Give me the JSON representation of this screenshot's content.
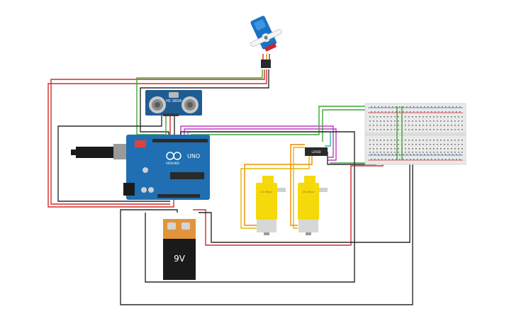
{
  "components": {
    "arduino": {
      "logo": "UNO",
      "brand": "ARDUINO"
    },
    "ultrasonic": {
      "model": "HC-SR04"
    },
    "motor_driver": {
      "chip": "L293D"
    },
    "motor_left": {
      "label": "DC Motor"
    },
    "motor_right": {
      "label": "DC Motor"
    },
    "battery": {
      "voltage": "9V"
    }
  },
  "colors": {
    "wire_red": "#d22b2b",
    "wire_black": "#2a2a2a",
    "wire_green": "#3fa535",
    "wire_orange": "#f08a00",
    "wire_yellow": "#e2b800",
    "wire_magenta": "#c03bc0",
    "wire_teal": "#2bb5a5",
    "arduino_blue": "#1f6fb2",
    "motor_yellow": "#f5d90a",
    "battery_orange": "#e0953a"
  }
}
